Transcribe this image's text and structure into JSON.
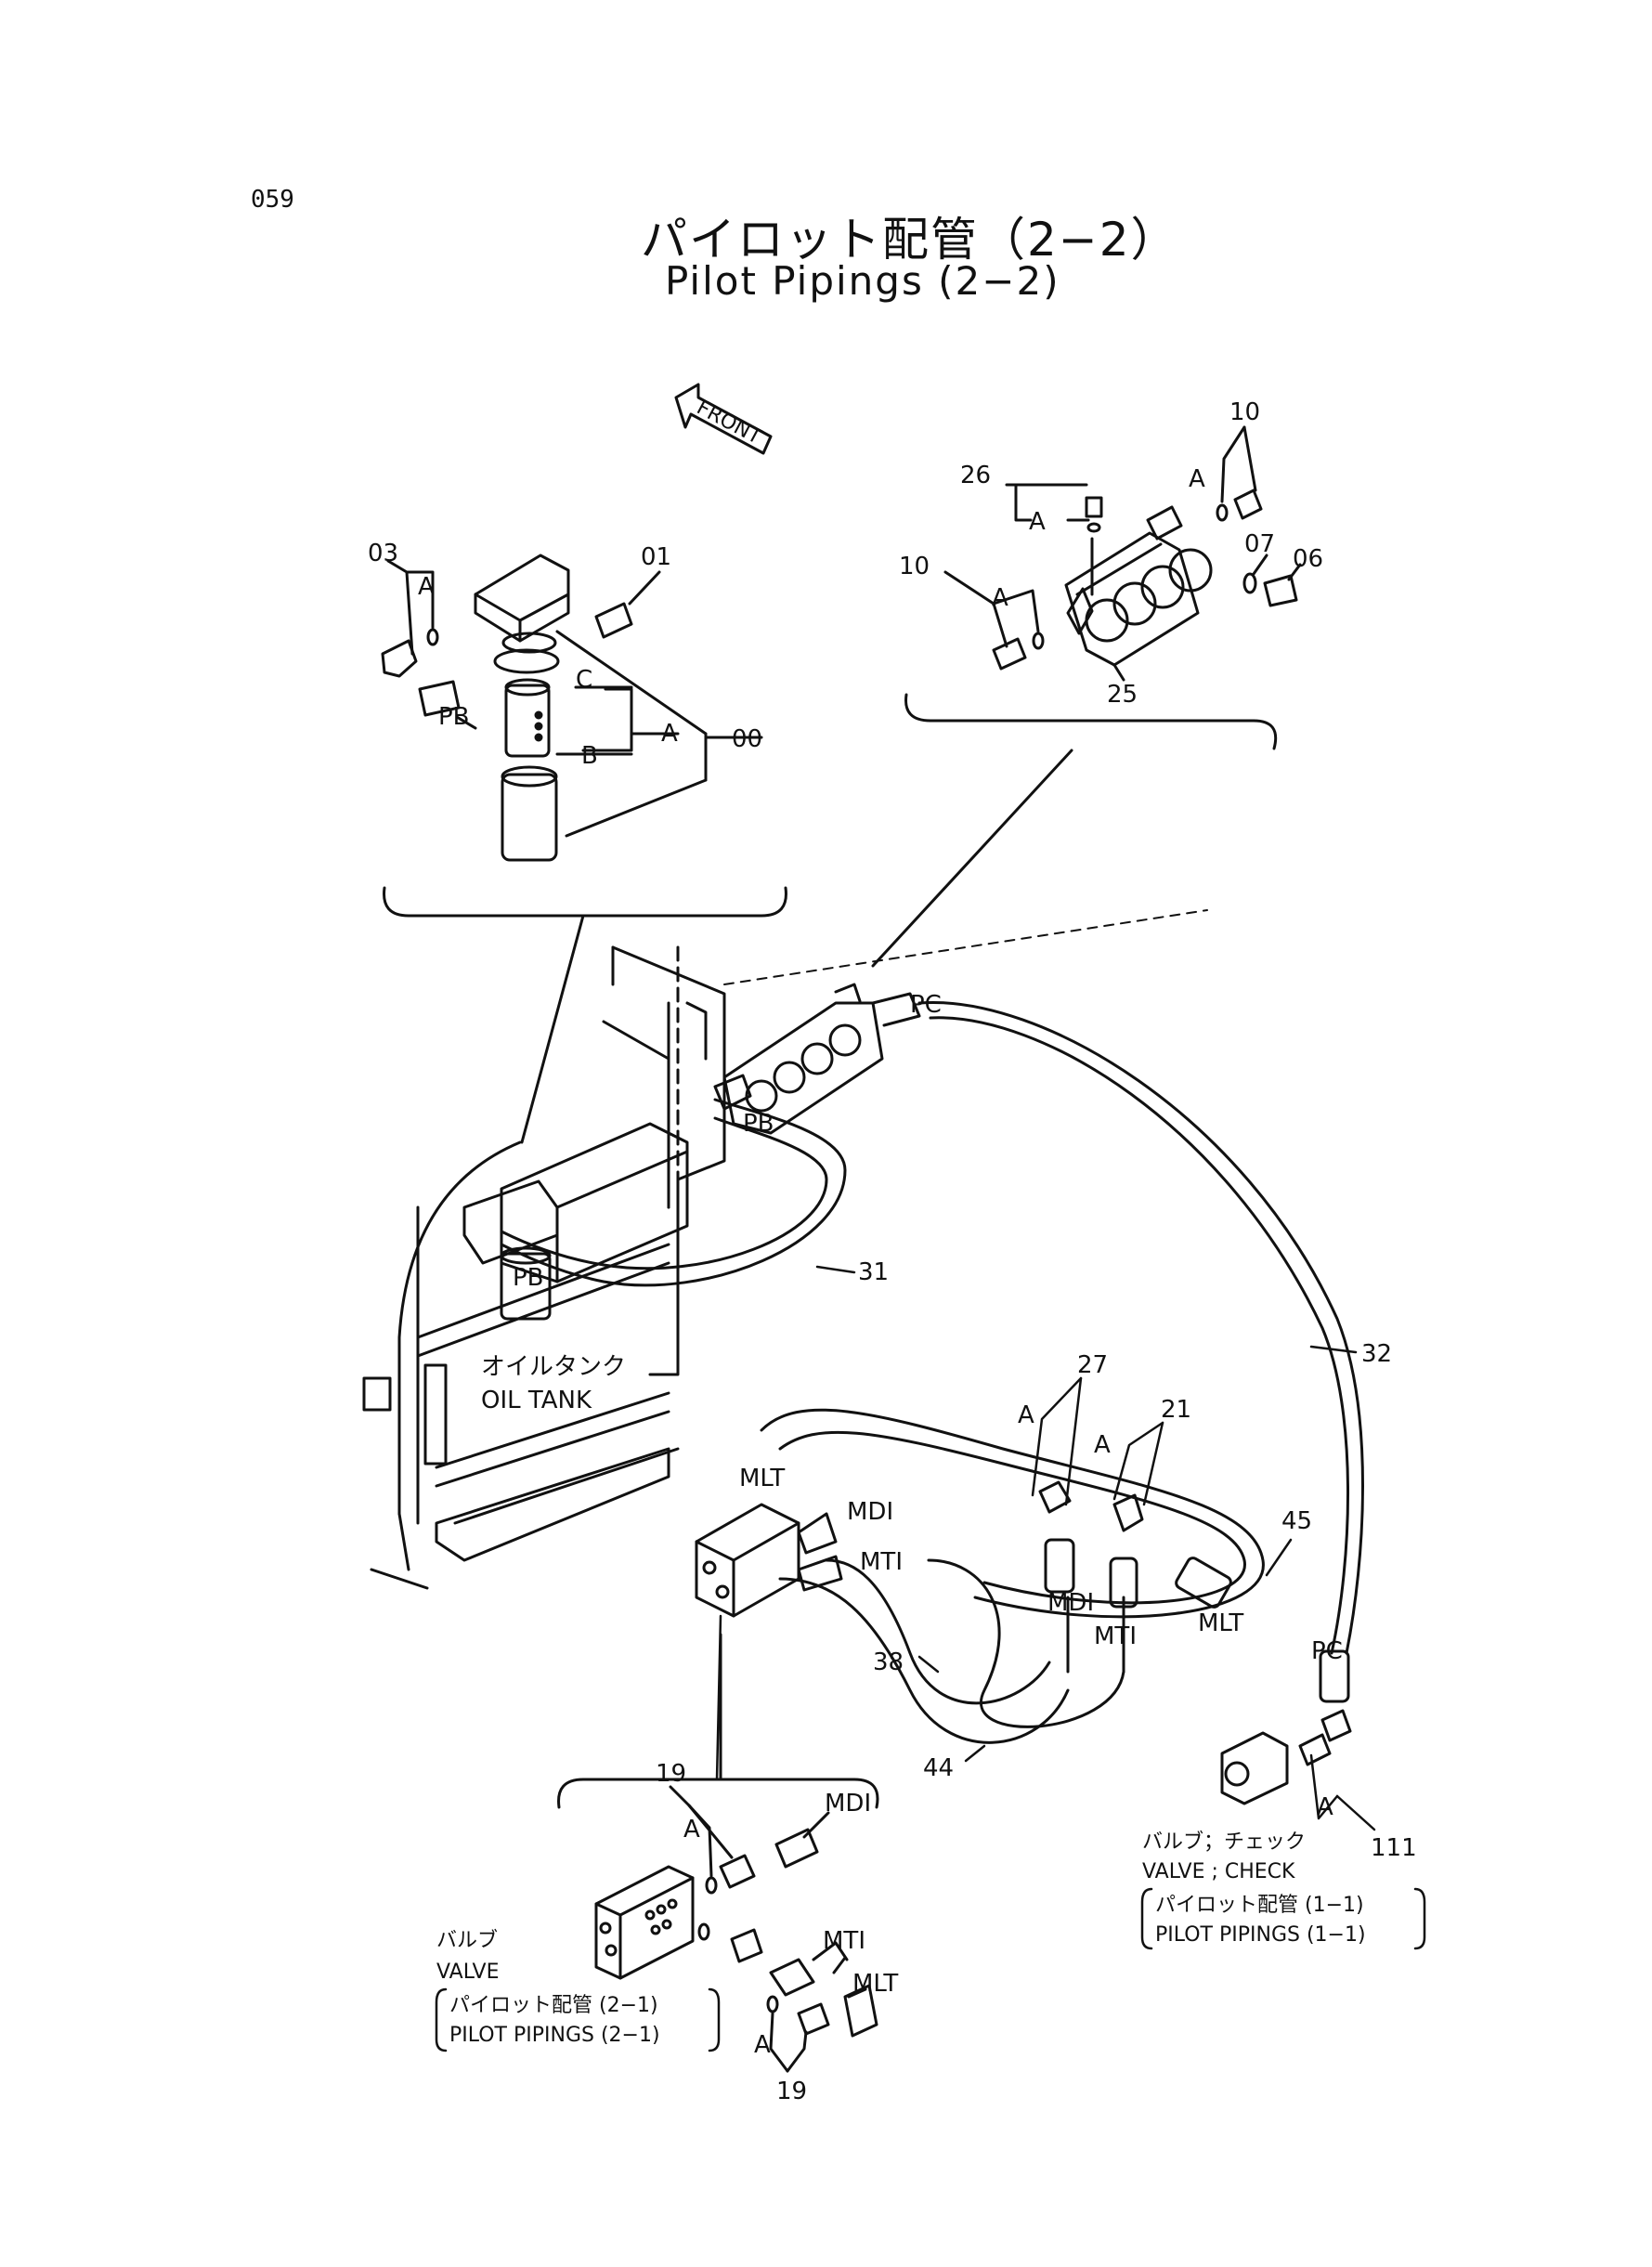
{
  "page_number": "059",
  "title_jp": "パイロット配管（2−2）",
  "title_en": "Pilot Pipings (2−2)",
  "front_label": "FRONT",
  "oil_tank": {
    "jp": "オイルタンク",
    "en": "OIL TANK"
  },
  "check_valve": {
    "jp": "バルブ；チェック",
    "en": "VALVE ; CHECK",
    "ref_jp": "パイロット配管 (1−1)",
    "ref_en": "PILOT PIPINGS (1−1)"
  },
  "valve": {
    "jp": "バルブ",
    "en": "VALVE",
    "ref_jp": "パイロット配管 (2−1)",
    "ref_en": "PILOT PIPINGS (2−1)"
  },
  "filter_callouts": {
    "p03": "03",
    "p01": "01",
    "p00": "00",
    "a1": "A",
    "a2": "A",
    "b": "B",
    "c": "C",
    "pb": "PB"
  },
  "manifold_callouts": {
    "p26": "26",
    "p10a": "10",
    "p10b": "10",
    "p07": "07",
    "p06": "06",
    "p25": "25",
    "a1": "A",
    "a2": "A",
    "a3": "A"
  },
  "hose_callouts": {
    "pc": "PC",
    "pb1": "PB",
    "pb2": "PB",
    "p31": "31",
    "p32": "32",
    "p27": "27",
    "p21": "21",
    "a1": "A",
    "a2": "A",
    "p45": "45",
    "mlt1": "MLT",
    "mlt2": "MLT",
    "mdi1": "MDI",
    "mdi2": "MDI",
    "mti1": "MTI",
    "mti2": "MTI",
    "p38": "38",
    "p44": "44",
    "pc2": "PC",
    "p111": "111",
    "a3": "A"
  },
  "valve_callouts": {
    "p19a": "19",
    "p19b": "19",
    "a1": "A",
    "a2": "A",
    "mdi": "MDI",
    "mti": "MTI",
    "mlt": "MLT"
  }
}
